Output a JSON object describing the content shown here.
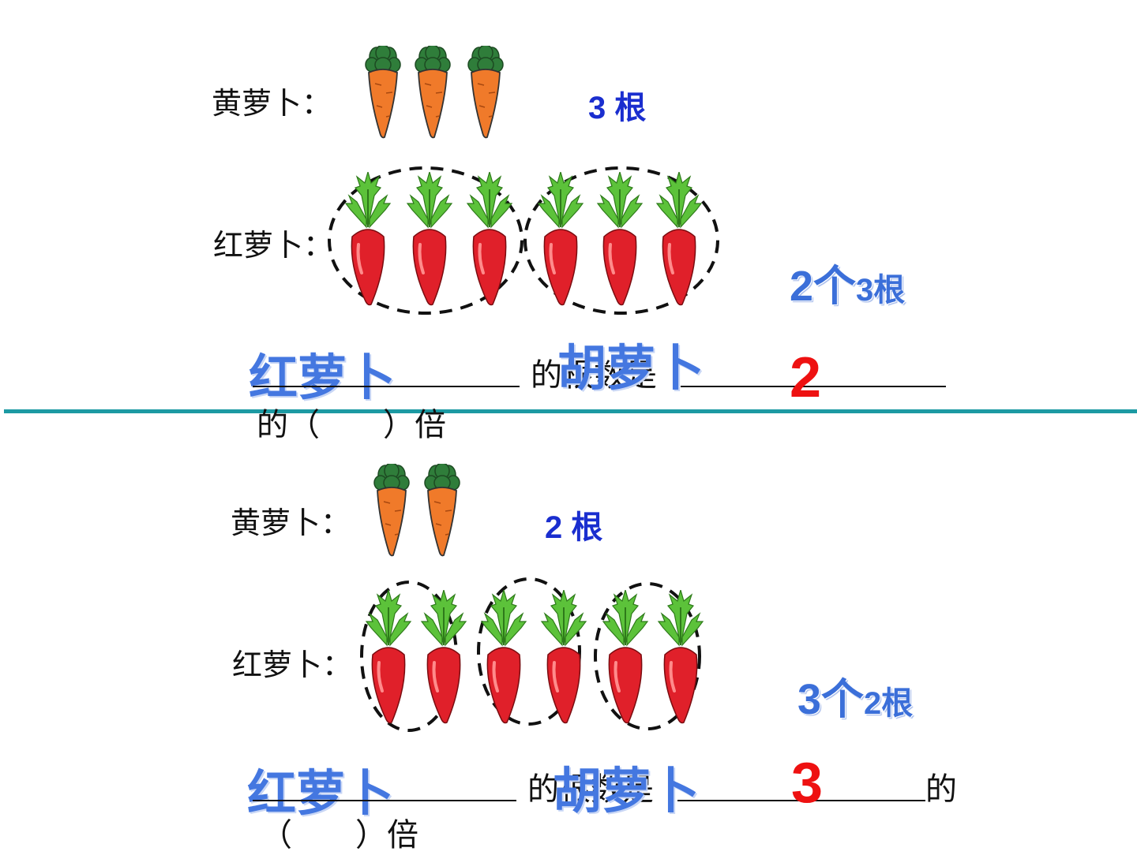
{
  "section1": {
    "carrot_label": "黄萝卜：",
    "carrot_count": "3 根",
    "radish_label": "红萝卜：",
    "groups_num": "2个",
    "groups_unit": "3根",
    "answer_a": "红萝卜",
    "sentence_mid": "的根数是",
    "answer_b": "胡萝卜",
    "answer_times": "2",
    "sentence_end": "的（　　）倍"
  },
  "section2": {
    "carrot_label": "黄萝卜：",
    "carrot_count": "2 根",
    "radish_label": "红萝卜：",
    "groups_num": "3个",
    "groups_unit": "2根",
    "answer_a": "红萝卜",
    "sentence_mid": "的根数是",
    "answer_b": "胡萝卜",
    "answer_times": "3",
    "sentence_tail": "的",
    "sentence_end": "（　　）倍"
  },
  "colors": {
    "carrot": "#f07a2a",
    "radish": "#e0202a",
    "leaf": "#2f7d3a",
    "radish_leaf": "#5cc23a",
    "divider": "#1c9aa3",
    "count_text": "#1a2ecf",
    "answer_blue": "#4477e0",
    "answer_red": "#ee1111"
  },
  "icons": [
    "carrot-icon",
    "radish-icon",
    "dashed-group-ellipse"
  ]
}
